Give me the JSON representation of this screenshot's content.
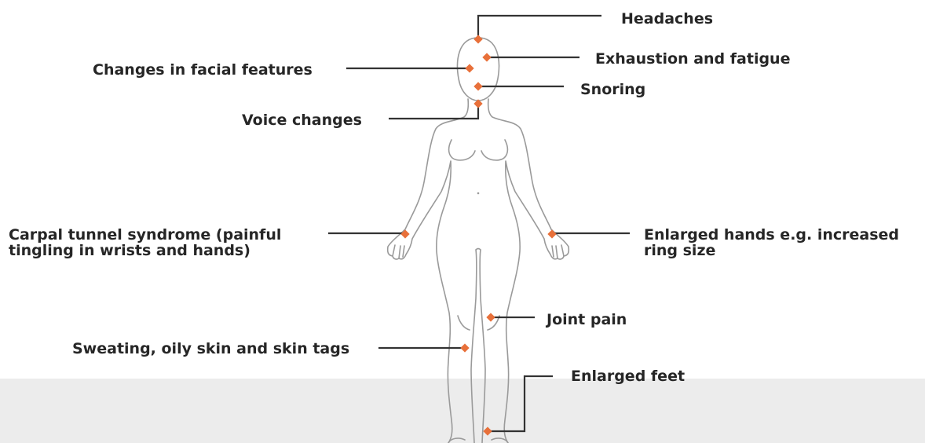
{
  "theme": {
    "marker_color": "#e8703a",
    "line_color": "#333333",
    "body_outline_color": "#9a9a9a",
    "band_color": "#ececec",
    "text_color": "#262626"
  },
  "labels": {
    "headaches": "Headaches",
    "exhaustion": "Exhaustion and fatigue",
    "facial": "Changes in facial features",
    "snoring": "Snoring",
    "voice": "Voice changes",
    "carpal": "Carpal tunnel syndrome (painful tingling in wrists and hands)",
    "hands": "Enlarged hands e.g. increased ring size",
    "joint": "Joint pain",
    "sweating": "Sweating, oily skin and skin tags",
    "feet": "Enlarged feet"
  }
}
